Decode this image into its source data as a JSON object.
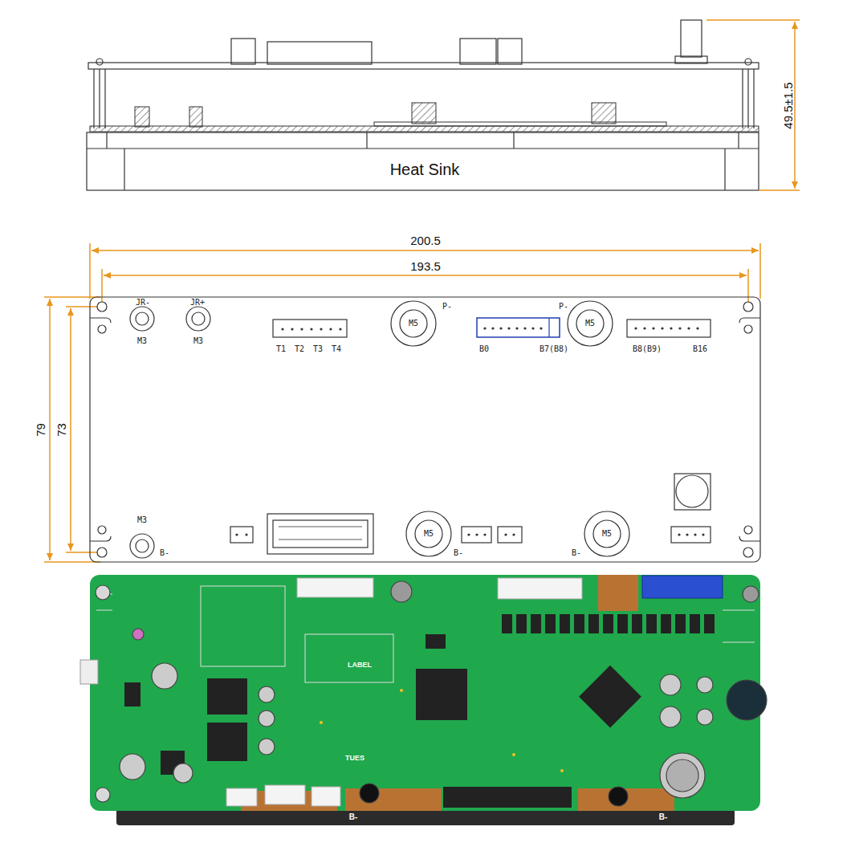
{
  "diagram": {
    "nodes": [
      {
        "text": [
          "Heat Sink"
        ]
      }
    ],
    "labels": [
      "49.5±1.5",
      "200.5",
      "193.5",
      "79",
      "73",
      "JR-",
      "JR+",
      "M3",
      "M3",
      "M5",
      "P-",
      "P-",
      "M5",
      "T1",
      "T2",
      "T3",
      "T4",
      "B0",
      "B7(B8)",
      "B8(B9)",
      "B16",
      "M3",
      "B-",
      "M5",
      "B-",
      "B-",
      "M5",
      "LABEL",
      "TUES",
      "B-",
      "B-"
    ]
  }
}
